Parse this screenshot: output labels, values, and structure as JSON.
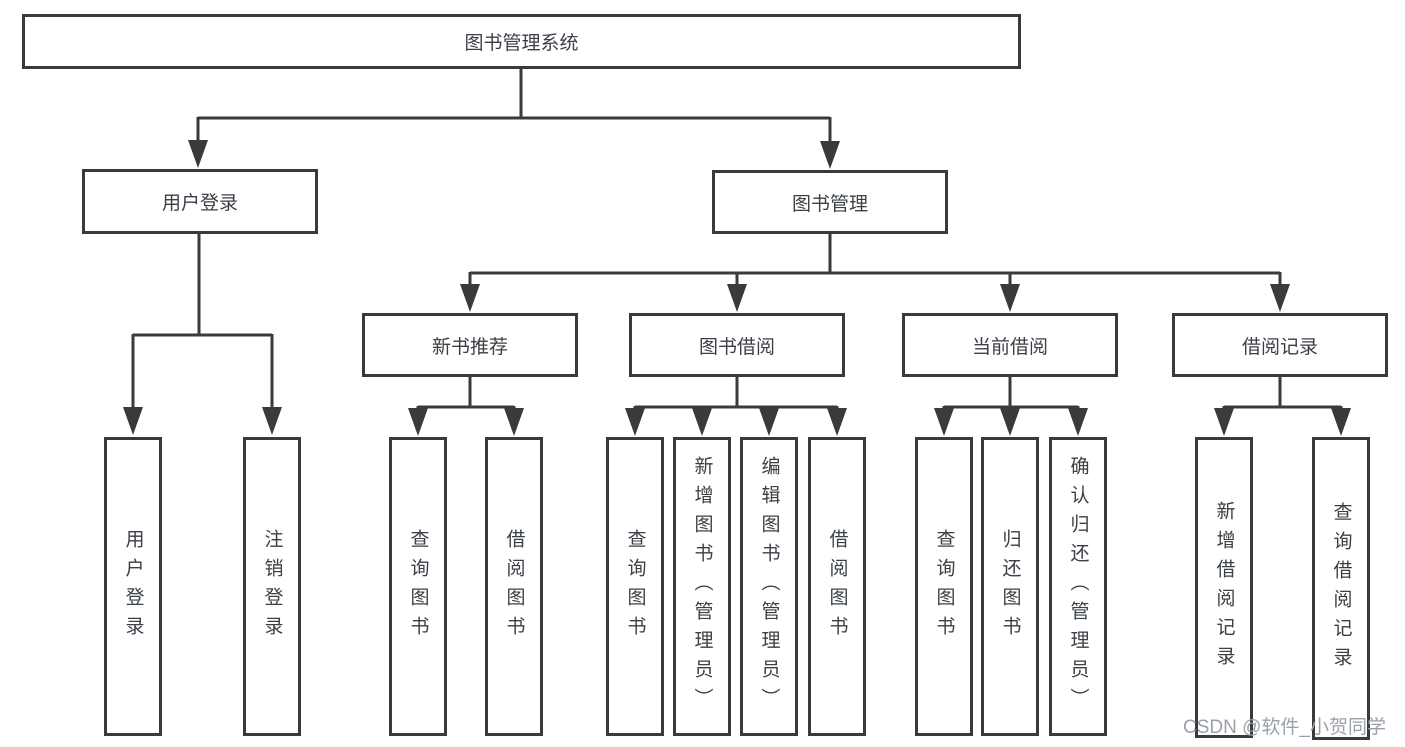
{
  "colors": {
    "line": "#3a3a3a",
    "box_border": "#3a3a3a",
    "text": "#3b4046",
    "watermark": "#9aa1a9",
    "background": "#ffffff"
  },
  "watermark": "CSDN @软件_小贺同学",
  "diagram": {
    "root": {
      "label": "图书管理系统"
    },
    "branches": [
      {
        "label": "用户登录",
        "children": [
          {
            "label": "用户登录"
          },
          {
            "label": "注销登录"
          }
        ]
      },
      {
        "label": "图书管理",
        "children": [
          {
            "label": "新书推荐",
            "children": [
              {
                "label": "查询图书"
              },
              {
                "label": "借阅图书"
              }
            ]
          },
          {
            "label": "图书借阅",
            "children": [
              {
                "label": "查询图书"
              },
              {
                "label": "新增图书（管理员）"
              },
              {
                "label": "编辑图书（管理员）"
              },
              {
                "label": "借阅图书"
              }
            ]
          },
          {
            "label": "当前借阅",
            "children": [
              {
                "label": "查询图书"
              },
              {
                "label": "归还图书"
              },
              {
                "label": "确认归还（管理员）"
              }
            ]
          },
          {
            "label": "借阅记录",
            "children": [
              {
                "label": "新增借阅记录"
              },
              {
                "label": "查询借阅记录"
              }
            ]
          }
        ]
      }
    ]
  }
}
